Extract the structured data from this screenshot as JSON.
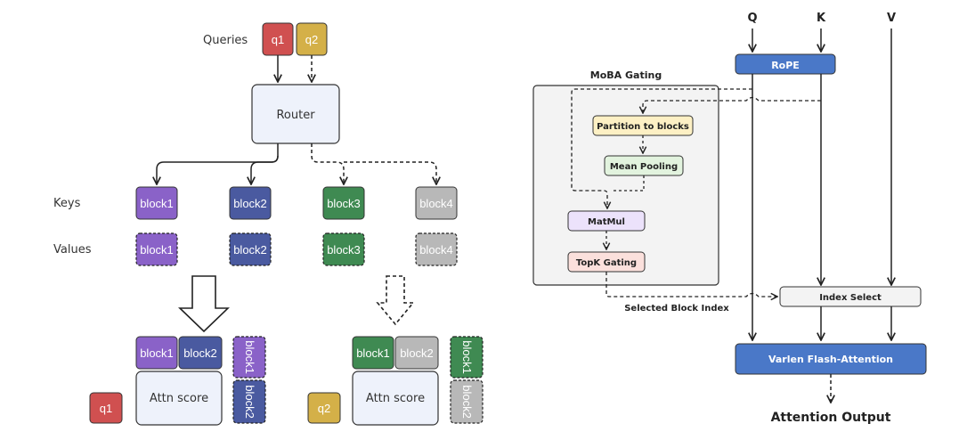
{
  "left": {
    "queries_label": "Queries",
    "keys_label": "Keys",
    "values_label": "Values",
    "q1": "q1",
    "q2": "q2",
    "router": "Router",
    "blocks": [
      "block1",
      "block2",
      "block3",
      "block4"
    ],
    "attn_score": "Attn score",
    "out1": {
      "key_blocks": [
        "block1",
        "block2"
      ],
      "value_blocks": [
        "block1",
        "block2"
      ],
      "query": "q1"
    },
    "out2": {
      "key_blocks": [
        "block1",
        "block2"
      ],
      "value_blocks": [
        "block1",
        "block2"
      ],
      "query": "q2"
    }
  },
  "right": {
    "q": "Q",
    "k": "K",
    "v": "V",
    "rope": "RoPE",
    "moba_title": "MoBA Gating",
    "partition": "Partition to blocks",
    "mean_pooling": "Mean Pooling",
    "matmul": "MatMul",
    "topk": "TopK Gating",
    "selected_block_index": "Selected Block Index",
    "index_select": "Index Select",
    "varlen": "Varlen Flash-Attention",
    "attention_output": "Attention Output"
  },
  "colors": {
    "q1": "#d05050",
    "q2": "#d4b048",
    "block1": "#8a62c8",
    "block2": "#4a5aa0",
    "block3": "#3f8a52",
    "block4": "#b8b8b8",
    "router_fill": "#eef2fb",
    "rope": "#4a78c8",
    "varlen": "#4a78c8",
    "partition_fill": "#fdf0c4",
    "mean_pooling_fill": "#e2f3de",
    "matmul_fill": "#ece2fb",
    "topk_fill": "#fbe0dc"
  }
}
